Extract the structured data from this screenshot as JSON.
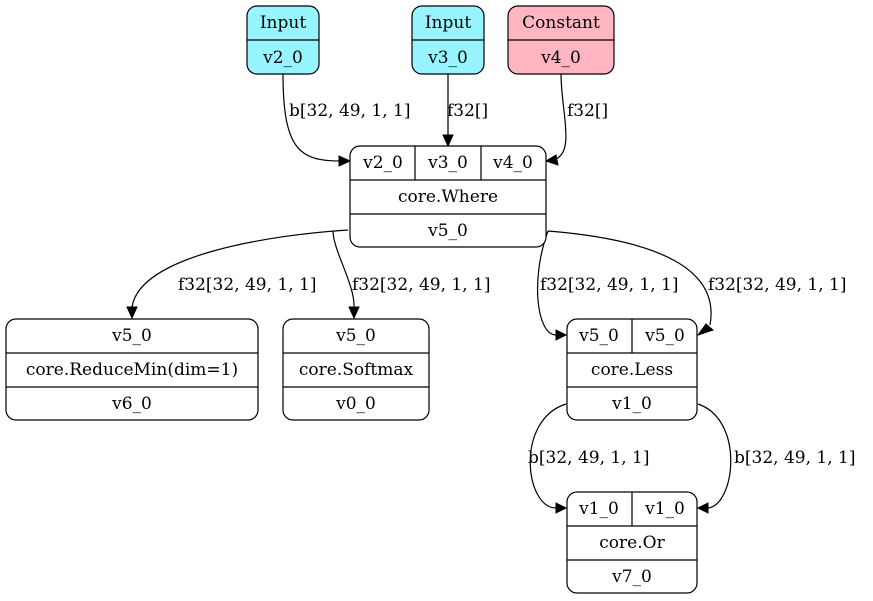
{
  "nodes": {
    "input_v2": {
      "title": "Input",
      "out": "v2_0",
      "fill": "#98f5ff"
    },
    "input_v3": {
      "title": "Input",
      "out": "v3_0",
      "fill": "#98f5ff"
    },
    "const_v4": {
      "title": "Constant",
      "out": "v4_0",
      "fill": "#ffb6c1"
    },
    "where": {
      "inputs": [
        "v2_0",
        "v3_0",
        "v4_0"
      ],
      "op": "core.Where",
      "out": "v5_0"
    },
    "reducemin": {
      "inputs": [
        "v5_0"
      ],
      "op": "core.ReduceMin(dim=1)",
      "out": "v6_0"
    },
    "softmax": {
      "inputs": [
        "v5_0"
      ],
      "op": "core.Softmax",
      "out": "v0_0"
    },
    "less": {
      "inputs": [
        "v5_0",
        "v5_0"
      ],
      "op": "core.Less",
      "out": "v1_0"
    },
    "or": {
      "inputs": [
        "v1_0",
        "v1_0"
      ],
      "op": "core.Or",
      "out": "v7_0"
    }
  },
  "edges": {
    "v2_to_where": "b[32, 49, 1, 1]",
    "v3_to_where": "f32[]",
    "v4_to_where": "f32[]",
    "where_to_reducemin": "f32[32, 49, 1, 1]",
    "where_to_softmax": "f32[32, 49, 1, 1]",
    "where_to_less_a": "f32[32, 49, 1, 1]",
    "where_to_less_b": "f32[32, 49, 1, 1]",
    "less_to_or_a": "b[32, 49, 1, 1]",
    "less_to_or_b": "b[32, 49, 1, 1]"
  }
}
